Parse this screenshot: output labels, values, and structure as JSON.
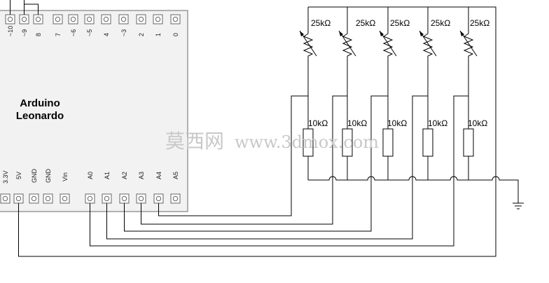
{
  "board": {
    "title_line1": "Arduino",
    "title_line2": "Leonardo",
    "top_pins": [
      "~10",
      "~9",
      "8",
      "7",
      "~6",
      "~5",
      "4",
      "~3",
      "2",
      "1",
      "0"
    ],
    "bottom_pins": [
      "3.3V",
      "5V",
      "GND",
      "GND",
      "Vin",
      "A0",
      "A1",
      "A2",
      "A3",
      "A4",
      "A5"
    ]
  },
  "potentiometers": [
    "25kΩ",
    "25kΩ",
    "25kΩ",
    "25kΩ",
    "25kΩ"
  ],
  "resistors": [
    "10kΩ",
    "10kΩ",
    "10kΩ",
    "10kΩ",
    "10kΩ"
  ],
  "watermark": {
    "cjk": "莫西网",
    "latin": "www.3dmox.com"
  },
  "colors": {
    "wire": "#000000",
    "board_fill": "#f2f2f2",
    "board_stroke": "#999999"
  }
}
